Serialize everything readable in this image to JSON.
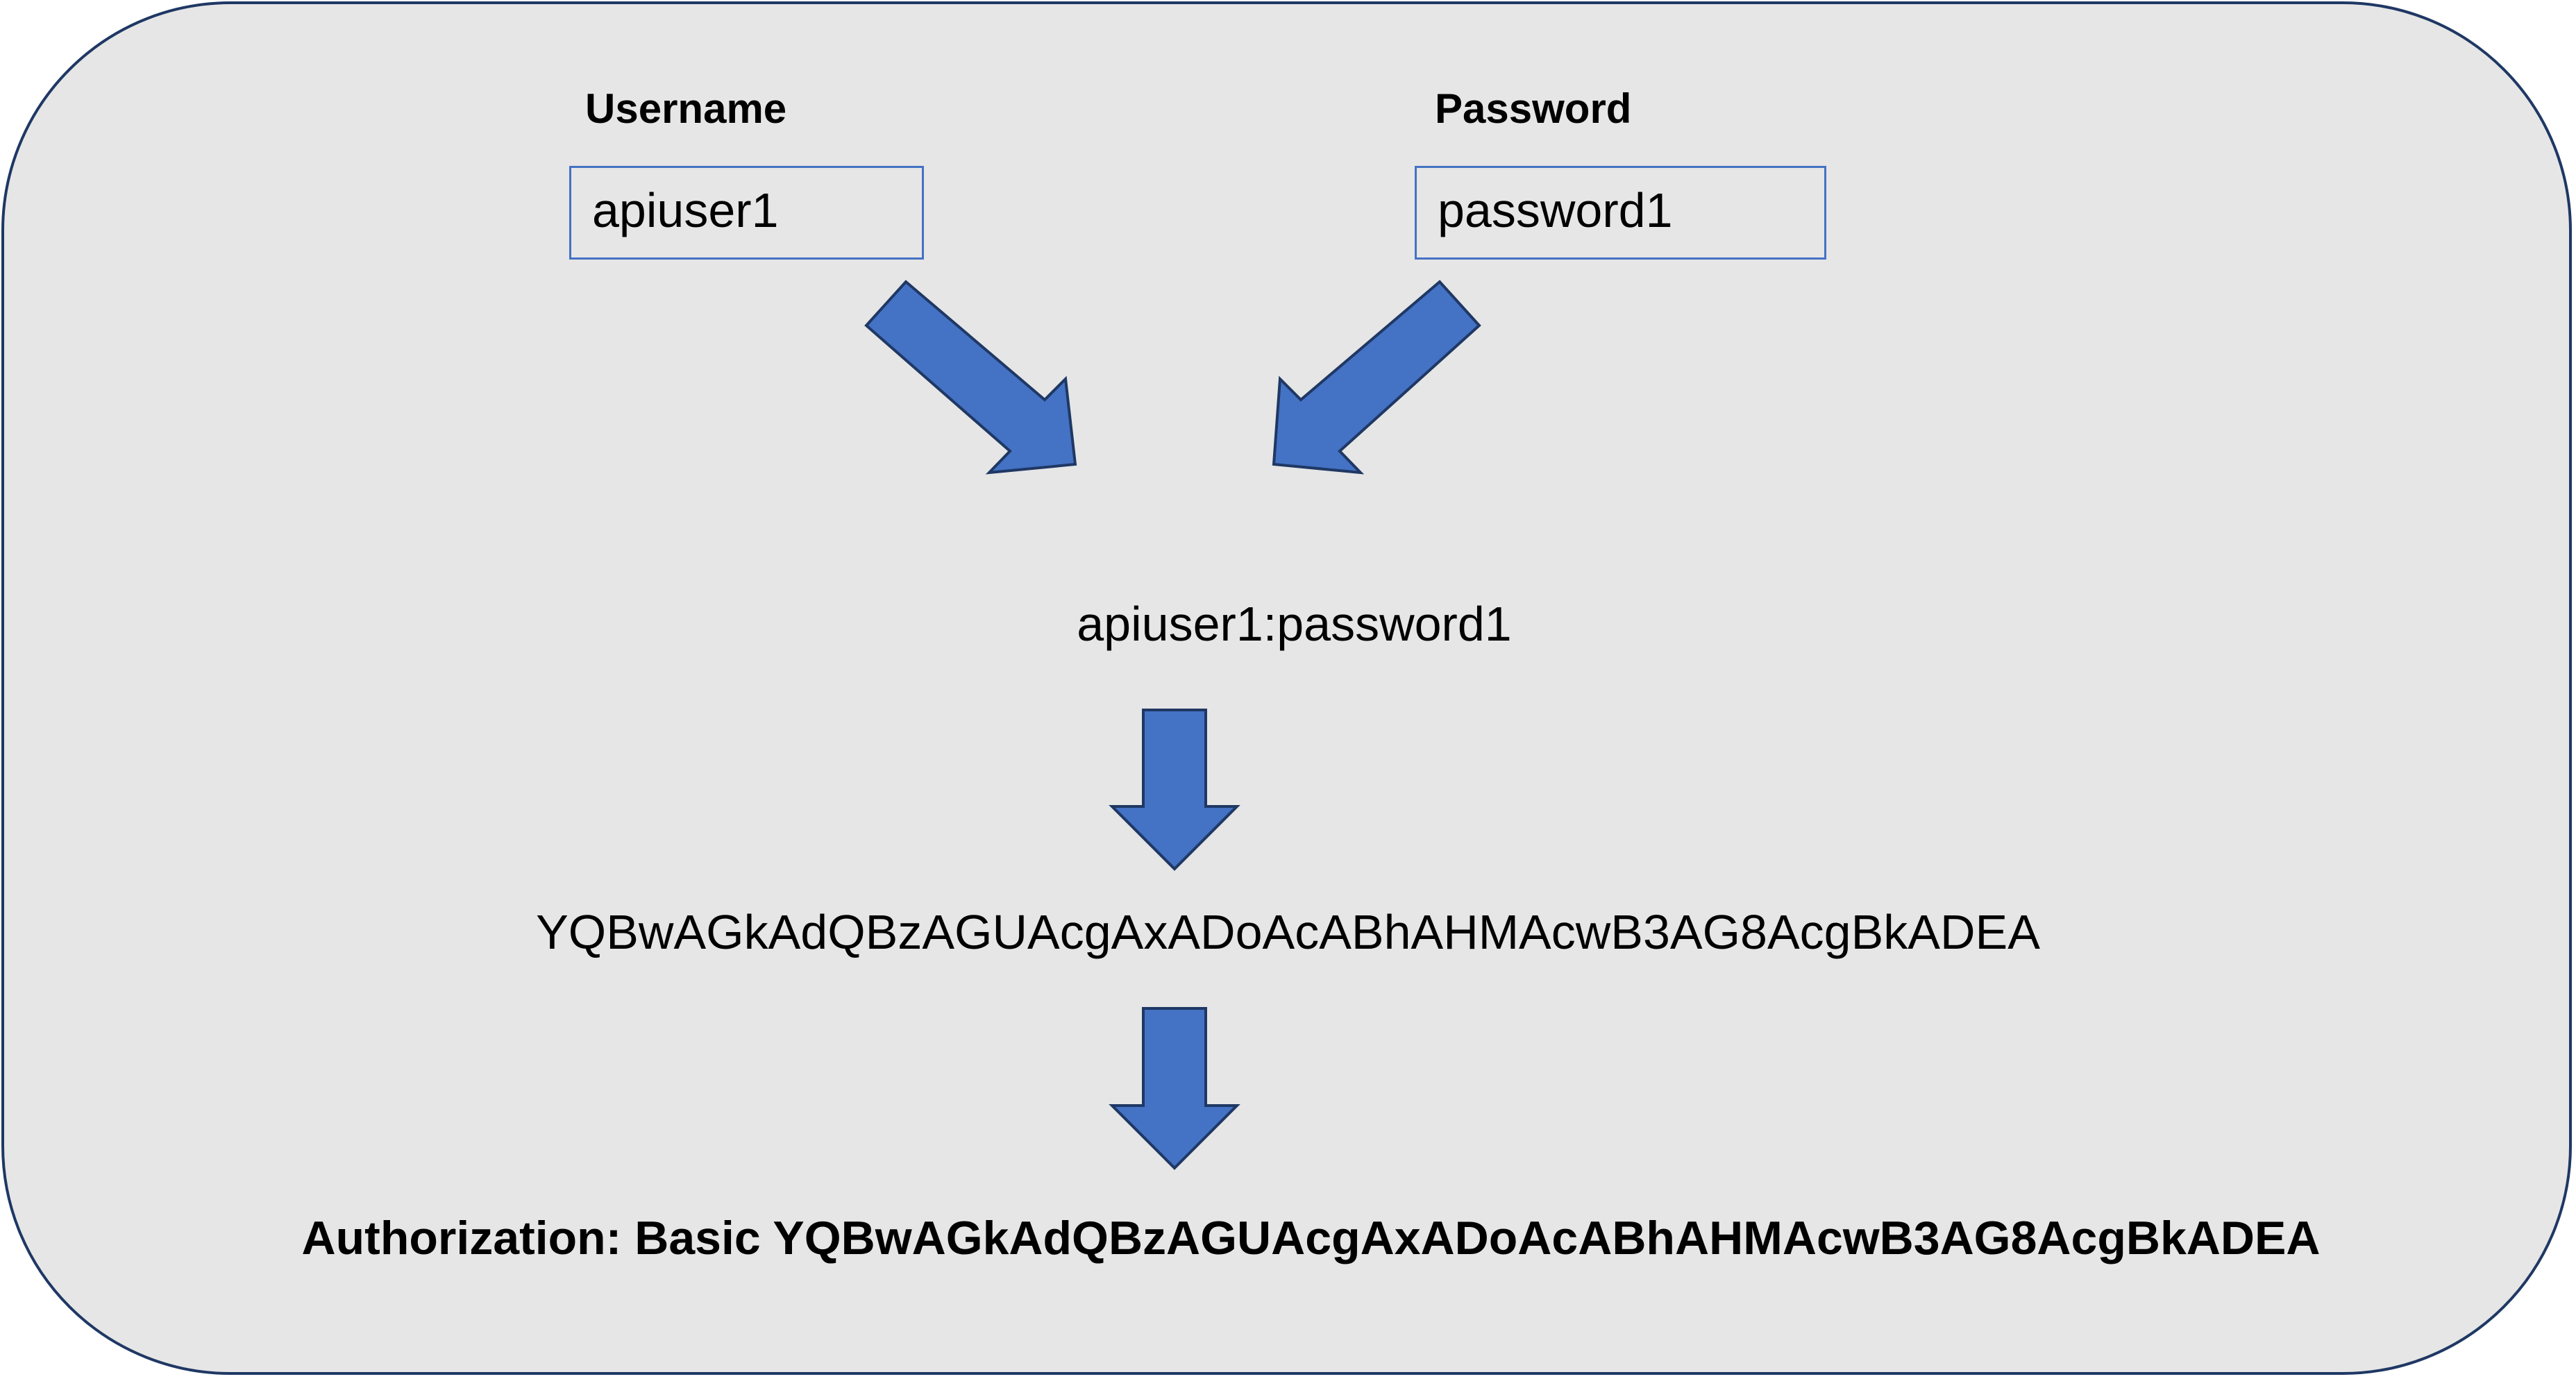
{
  "colors": {
    "panel_fill": "#e6e6e6",
    "panel_border": "#1f3864",
    "arrow_fill": "#4472c4",
    "arrow_border": "#1f3864",
    "box_border": "#4472c4",
    "text": "#000000"
  },
  "username": {
    "label": "Username",
    "value": "apiuser1"
  },
  "password": {
    "label": "Password",
    "value": "password1"
  },
  "combined": "apiuser1:password1",
  "encoded": "YQBwAGkAdQBzAGUAcgAxADoAcABhAHMAcwB3AG8AcgBkADEA",
  "header": "Authorization: Basic YQBwAGkAdQBzAGUAcgAxADoAcABhAHMAcwB3AG8AcgBkADEA",
  "arrows": [
    "username-to-combined-arrow",
    "password-to-combined-arrow",
    "combined-to-encoded-arrow",
    "encoded-to-header-arrow"
  ]
}
